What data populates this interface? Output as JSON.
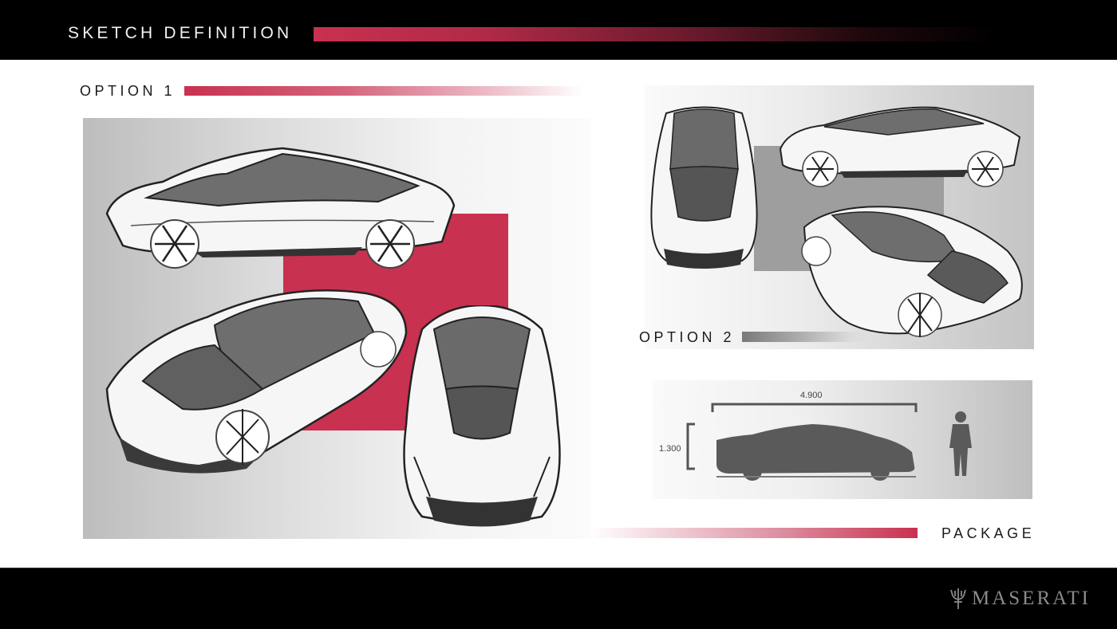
{
  "header": {
    "title": "SKETCH DEFINITION",
    "accent_color": "#c8314f"
  },
  "sections": {
    "option1": {
      "label": "OPTION 1",
      "accent_color": "#c8314f",
      "sketches": [
        "side-view-sketch",
        "three-quarter-front-sketch",
        "top-front-view-sketch"
      ]
    },
    "option2": {
      "label": "OPTION 2",
      "accent_color": "#9e9e9e",
      "sketches": [
        "top-front-view-sketch",
        "side-view-sketch",
        "three-quarter-rear-sketch"
      ]
    },
    "package": {
      "label": "PACKAGE",
      "length_label": "4.900",
      "height_label": "1.300",
      "silhouette_color": "#5a5a5a"
    }
  },
  "footer": {
    "brand": "MASERATI",
    "brand_icon": "trident-icon"
  }
}
